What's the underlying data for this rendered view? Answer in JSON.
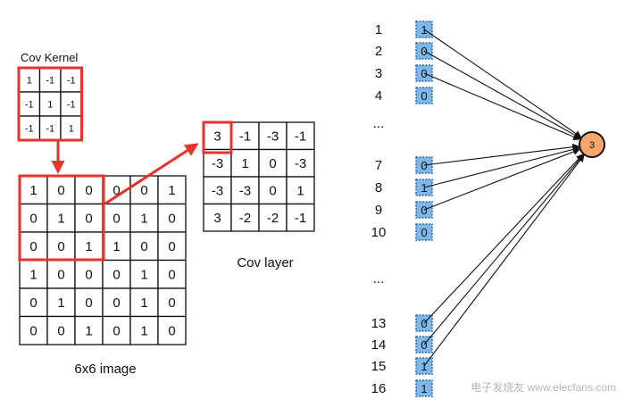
{
  "kernel": {
    "title": "Cov Kernel",
    "values": [
      [
        "1",
        "-1",
        "-1"
      ],
      [
        "-1",
        "1",
        "-1"
      ],
      [
        "-1",
        "-1",
        "1"
      ]
    ]
  },
  "image": {
    "caption": "6x6 image",
    "values": [
      [
        "1",
        "0",
        "0",
        "0",
        "0",
        "1"
      ],
      [
        "0",
        "1",
        "0",
        "0",
        "1",
        "0"
      ],
      [
        "0",
        "0",
        "1",
        "1",
        "0",
        "0"
      ],
      [
        "1",
        "0",
        "0",
        "0",
        "1",
        "0"
      ],
      [
        "0",
        "1",
        "0",
        "0",
        "1",
        "0"
      ],
      [
        "0",
        "0",
        "1",
        "0",
        "1",
        "0"
      ]
    ]
  },
  "conv_layer": {
    "caption": "Cov layer",
    "values": [
      [
        "3",
        "-1",
        "-3",
        "-1"
      ],
      [
        "-3",
        "1",
        "0",
        "-3"
      ],
      [
        "-3",
        "-3",
        "0",
        "1"
      ],
      [
        "3",
        "-2",
        "-2",
        "-1"
      ]
    ]
  },
  "flattened": {
    "groups": [
      [
        {
          "index": "1",
          "value": "1"
        },
        {
          "index": "2",
          "value": "0"
        },
        {
          "index": "3",
          "value": "0"
        },
        {
          "index": "4",
          "value": "0"
        }
      ],
      [
        {
          "index": "7",
          "value": "0"
        },
        {
          "index": "8",
          "value": "1"
        },
        {
          "index": "9",
          "value": "0"
        },
        {
          "index": "10",
          "value": "0"
        }
      ],
      [
        {
          "index": "13",
          "value": "0"
        },
        {
          "index": "14",
          "value": "0"
        },
        {
          "index": "15",
          "value": "1"
        },
        {
          "index": "16",
          "value": "1"
        }
      ]
    ],
    "ellipsis": "...",
    "neuron_value": "3"
  },
  "watermark": "电子发烧友 www.elecfans.com",
  "colors": {
    "highlight": "#e8322c",
    "cell_fill": "#7fb8e8",
    "cell_stroke": "#2d6fb3",
    "neuron_fill": "#f5a66b"
  }
}
